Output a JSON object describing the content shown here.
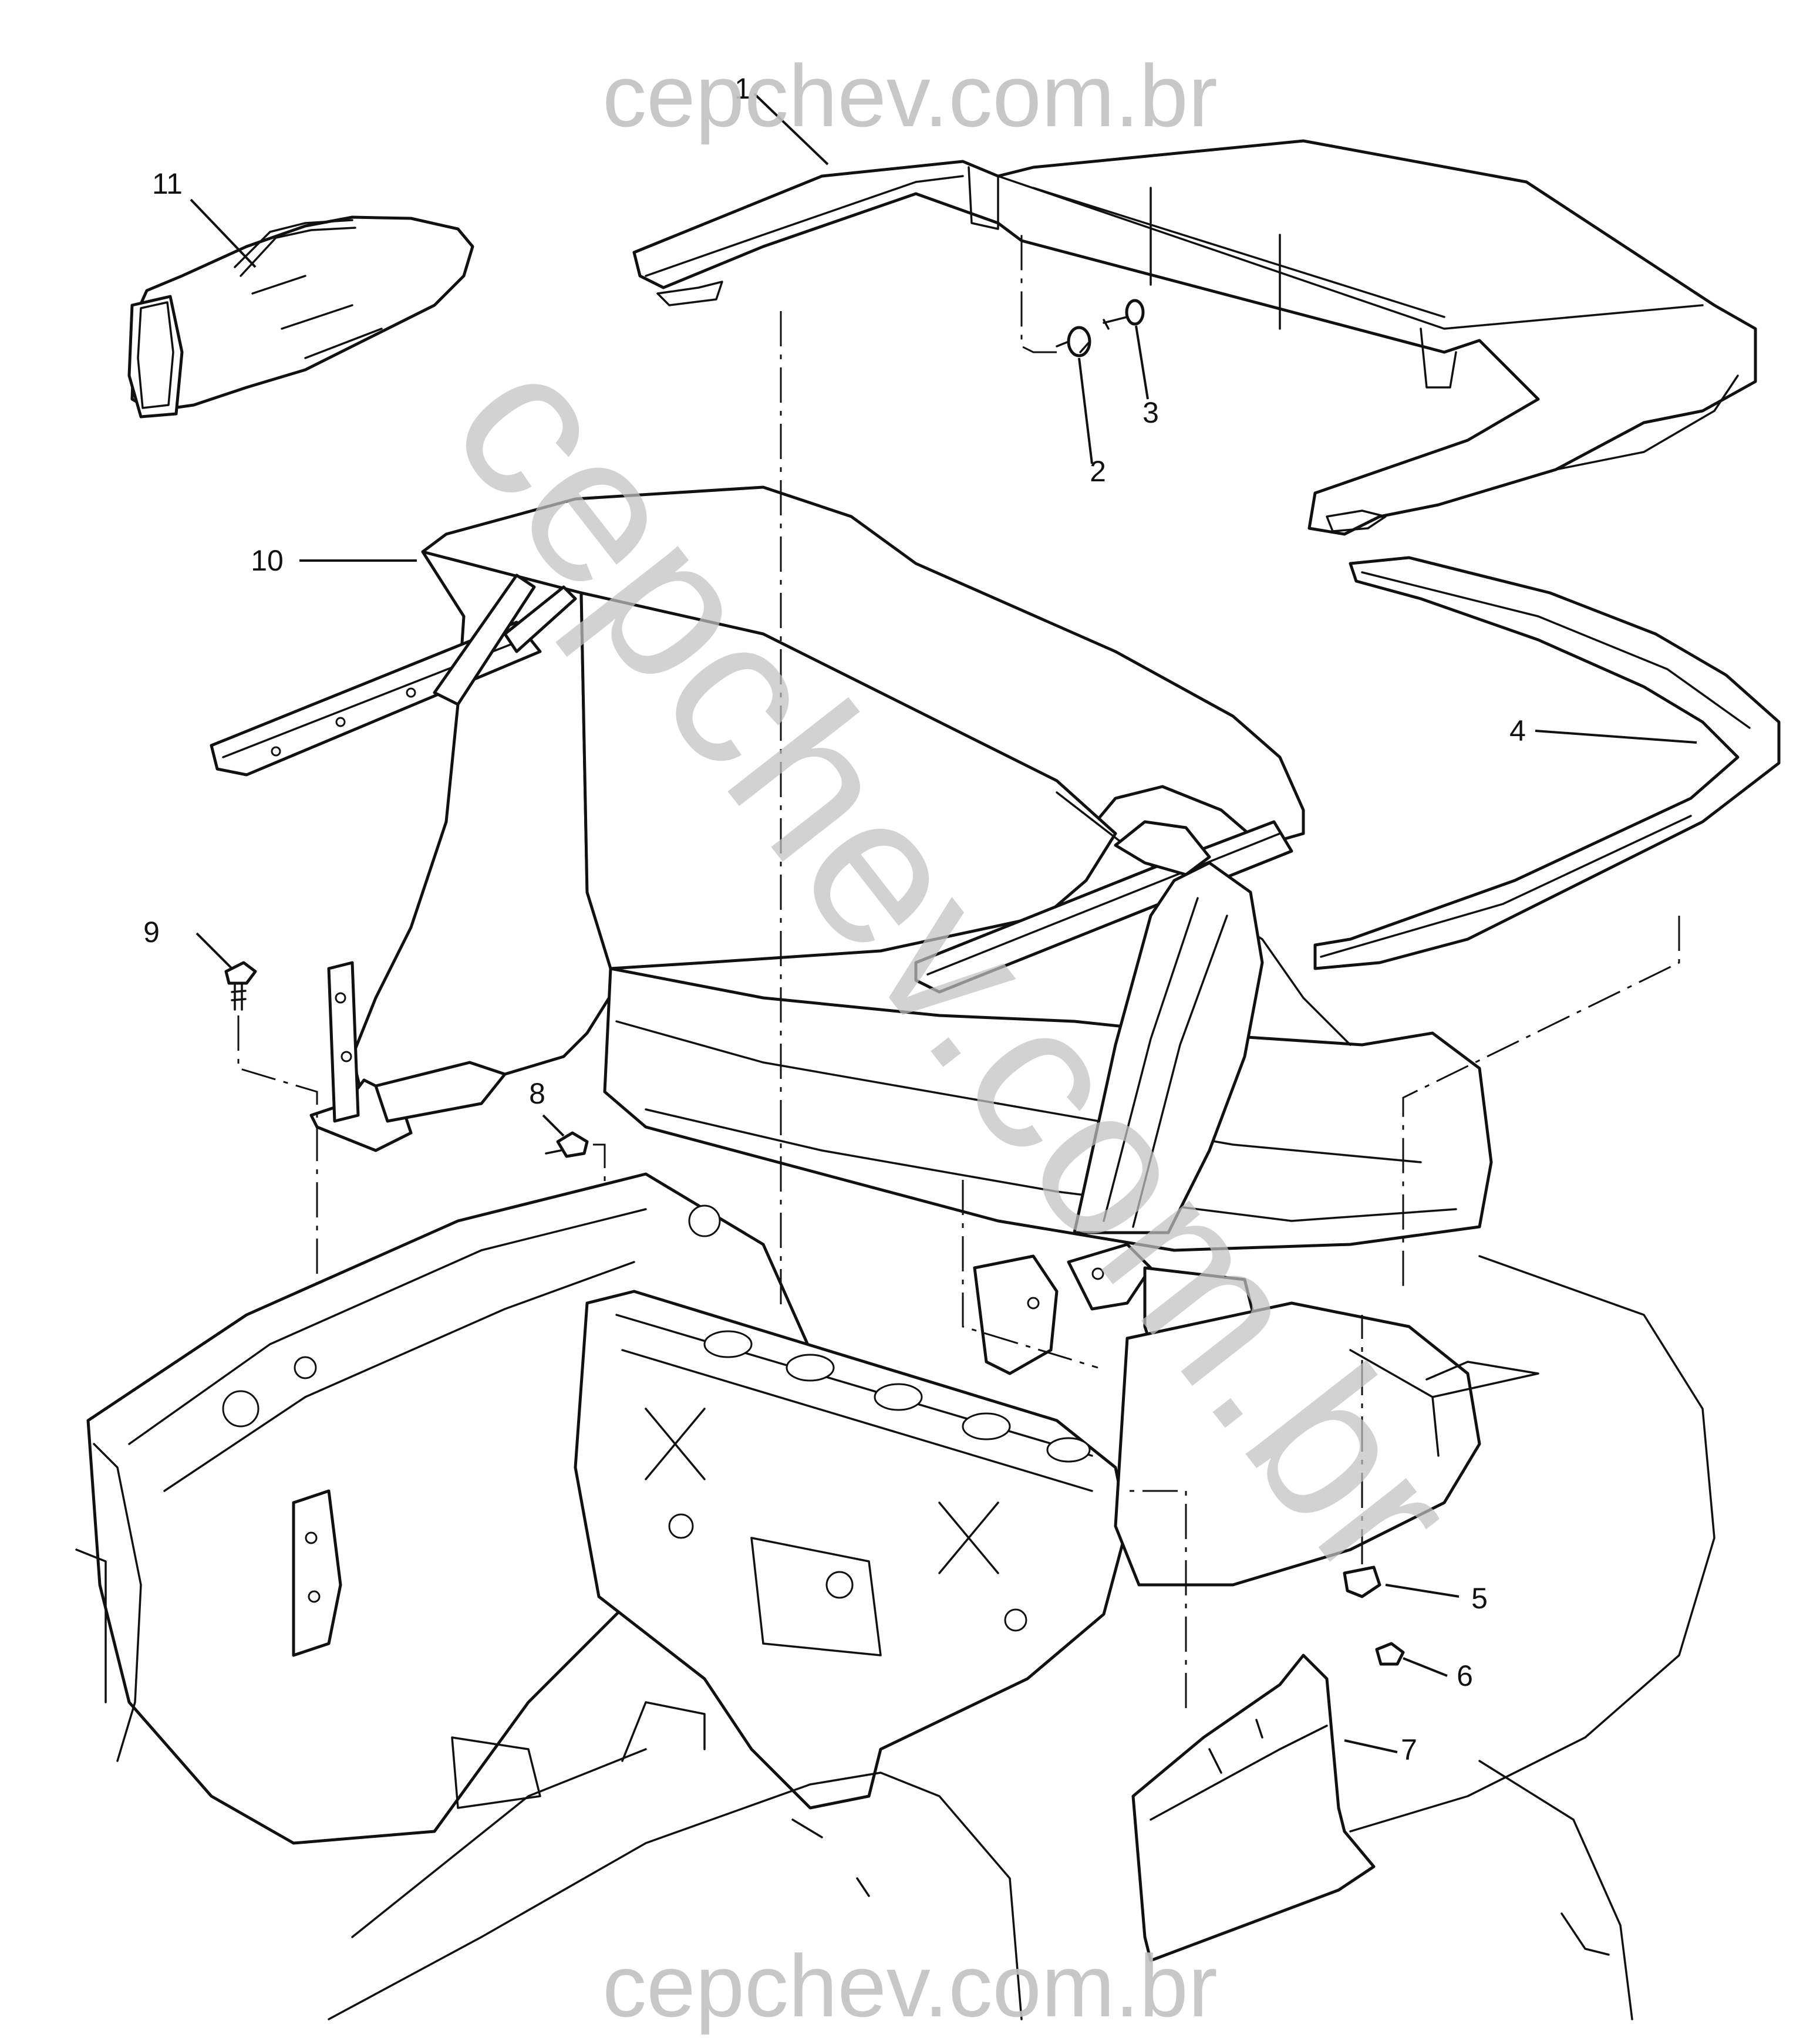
{
  "watermarks": {
    "top": "cepchev.com.br",
    "bottom": "cepchev.com.br",
    "diagonal": "cepchev.com.br"
  },
  "callouts": [
    {
      "id": "1",
      "label": "1"
    },
    {
      "id": "2",
      "label": "2"
    },
    {
      "id": "3",
      "label": "3"
    },
    {
      "id": "4",
      "label": "4"
    },
    {
      "id": "5",
      "label": "5"
    },
    {
      "id": "6",
      "label": "6"
    },
    {
      "id": "7",
      "label": "7"
    },
    {
      "id": "8",
      "label": "8"
    },
    {
      "id": "9",
      "label": "9"
    },
    {
      "id": "10",
      "label": "10"
    },
    {
      "id": "11",
      "label": "11"
    }
  ]
}
